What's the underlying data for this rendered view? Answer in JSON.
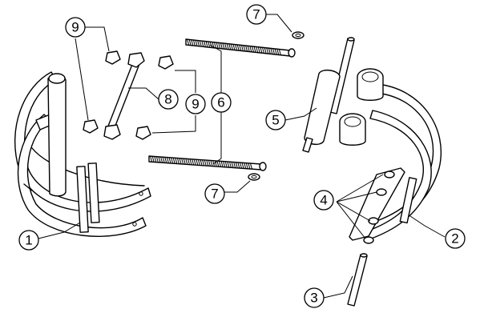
{
  "callouts": {
    "c1": "1",
    "c2": "2",
    "c3": "3",
    "c4": "4",
    "c5": "5",
    "c6": "6",
    "c7a": "7",
    "c7b": "7",
    "c8": "8",
    "c9a": "9",
    "c9b": "9"
  },
  "colors": {
    "line": "#000000",
    "background": "#ffffff"
  }
}
